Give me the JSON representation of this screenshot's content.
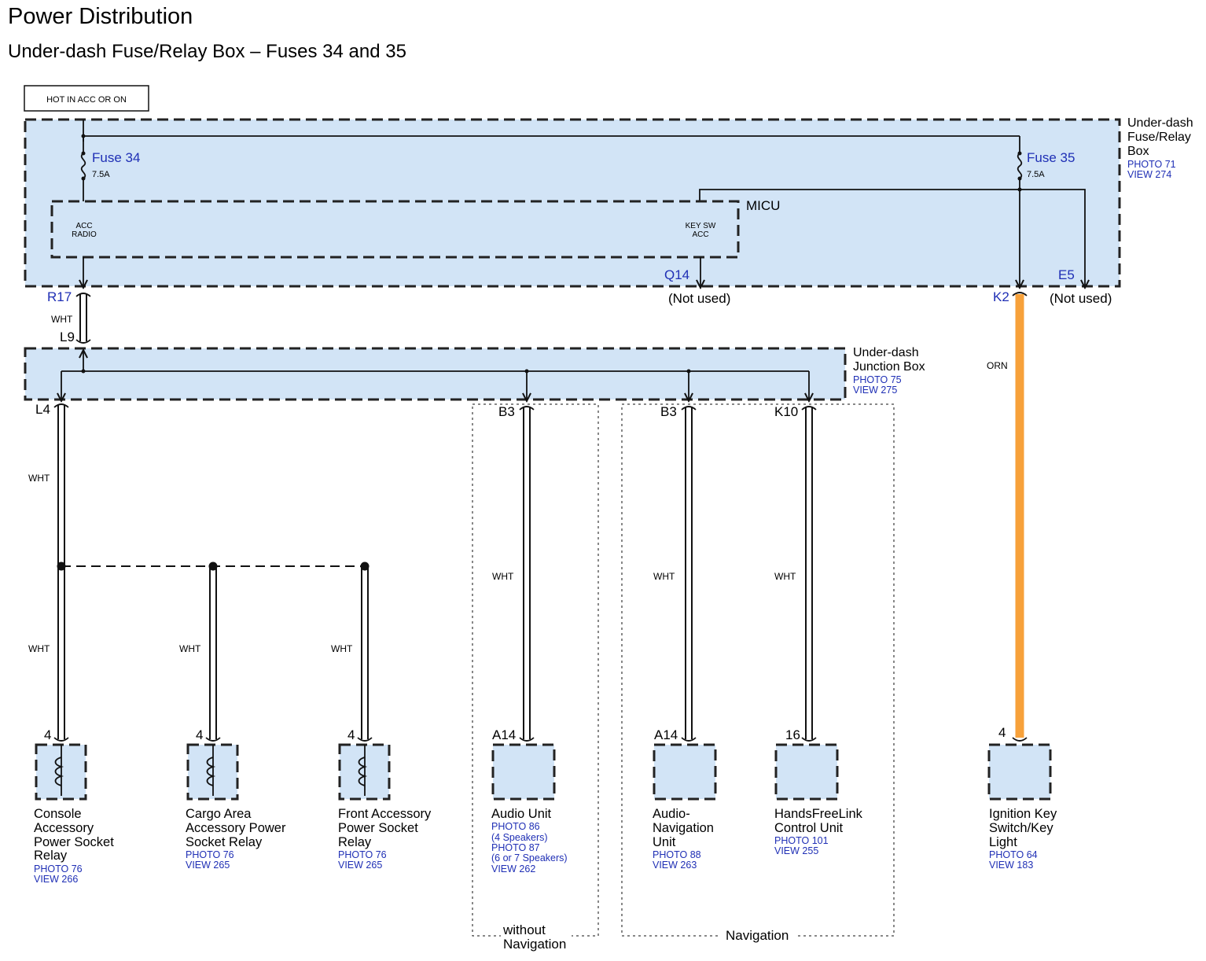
{
  "title": "Power Distribution",
  "subtitle": "Under-dash Fuse/Relay Box – Fuses 34 and 35",
  "hot_label": "HOT IN ACC OR ON",
  "fuse_box": {
    "name_line1": "Under-dash",
    "name_line2": "Fuse/Relay",
    "name_line3": "Box",
    "photo": "PHOTO 71",
    "view": "VIEW 274"
  },
  "fuse34": {
    "name": "Fuse 34",
    "rating": "7.5A"
  },
  "fuse35": {
    "name": "Fuse 35",
    "rating": "7.5A"
  },
  "micu": {
    "name": "MICU",
    "acc_radio_line1": "ACC",
    "acc_radio_line2": "RADIO",
    "key_sw_line1": "KEY SW",
    "key_sw_line2": "ACC"
  },
  "terminals": {
    "r17": "R17",
    "q14": "Q14",
    "k2": "K2",
    "e5": "E5",
    "l9": "L9",
    "l4": "L4",
    "b3_audio": "B3",
    "b3_nav": "B3",
    "k10": "K10"
  },
  "not_used": "(Not used)",
  "junction_box": {
    "name_line1": "Under-dash",
    "name_line2": "Junction Box",
    "photo": "PHOTO 75",
    "view": "VIEW 275"
  },
  "wire_colors": {
    "wht": "WHT",
    "orn": "ORN",
    "orange_hex": "#f7a13a"
  },
  "components": {
    "console": {
      "pin": "4",
      "line1": "Console",
      "line2": "Accessory",
      "line3": "Power Socket",
      "line4": "Relay",
      "photo": "PHOTO 76",
      "view": "VIEW 266"
    },
    "cargo": {
      "pin": "4",
      "line1": "Cargo Area",
      "line2": "Accessory Power",
      "line3": "Socket Relay",
      "photo": "PHOTO 76",
      "view": "VIEW 265"
    },
    "front": {
      "pin": "4",
      "line1": "Front Accessory",
      "line2": "Power Socket",
      "line3": "Relay",
      "photo": "PHOTO 76",
      "view": "VIEW 265"
    },
    "audio": {
      "pin": "A14",
      "line1": "Audio Unit",
      "photo1": "PHOTO 86",
      "note1": "(4 Speakers)",
      "photo2": "PHOTO 87",
      "note2": "(6 or 7 Speakers)",
      "view": "VIEW 262"
    },
    "audio_nav": {
      "pin": "A14",
      "line1": "Audio-",
      "line2": "Navigation",
      "line3": "Unit",
      "photo": "PHOTO 88",
      "view": "VIEW 263"
    },
    "hfl": {
      "pin": "16",
      "line1": "HandsFreeLink",
      "line2": "Control Unit",
      "photo": "PHOTO 101",
      "view": "VIEW 255"
    },
    "ignition": {
      "pin": "4",
      "line1": "Ignition Key",
      "line2": "Switch/Key",
      "line3": "Light",
      "photo": "PHOTO 64",
      "view": "VIEW 183"
    }
  },
  "option_groups": {
    "without_nav_line1": "without",
    "without_nav_line2": "Navigation",
    "nav": "Navigation"
  }
}
